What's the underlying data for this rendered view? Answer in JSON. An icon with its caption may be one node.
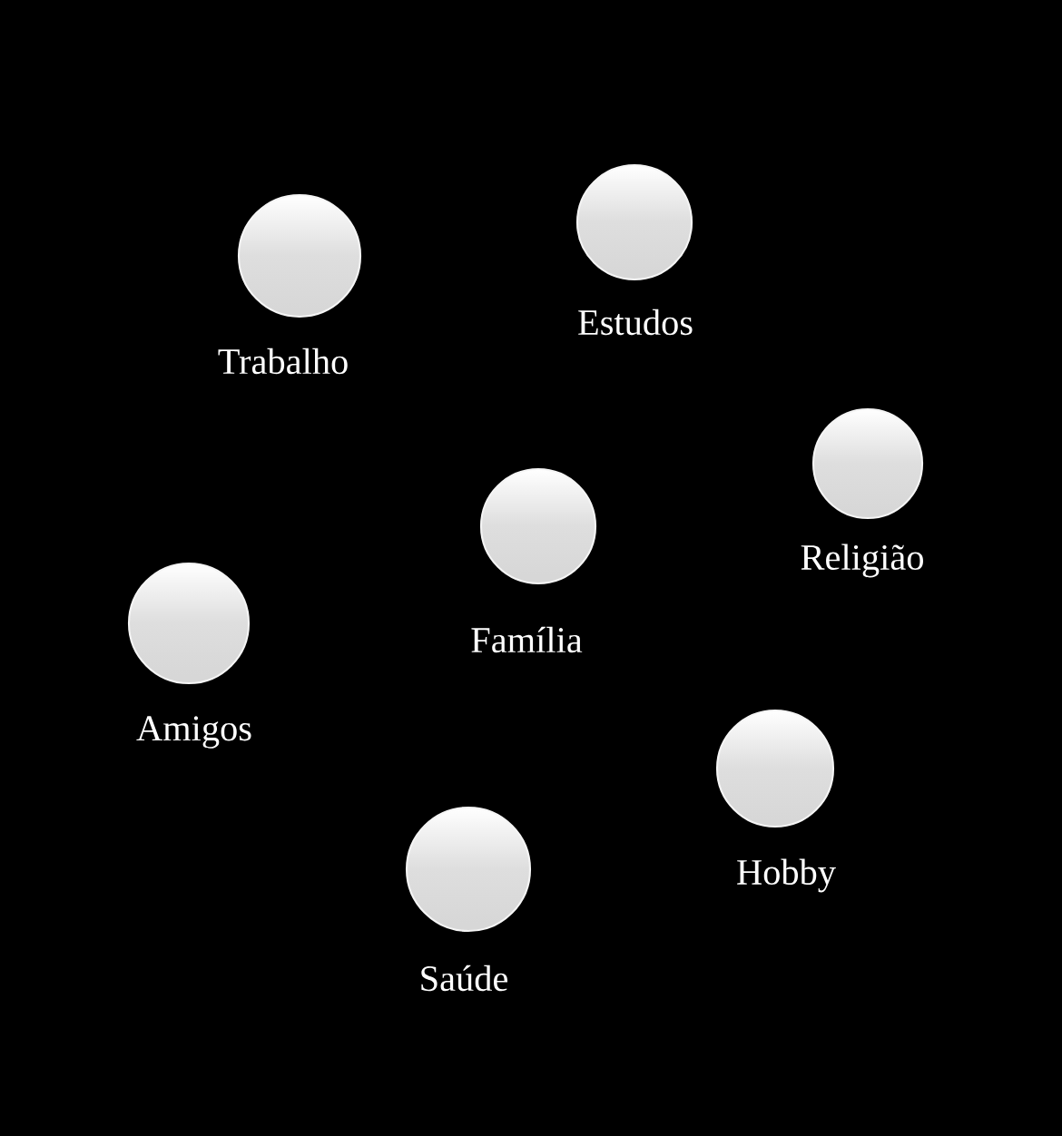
{
  "diagram": {
    "nodes": [
      {
        "text": [
          "Trabalho"
        ]
      },
      {
        "text": [
          "Estudos"
        ]
      },
      {
        "text": [
          "Religião"
        ]
      },
      {
        "text": [
          "Família"
        ]
      },
      {
        "text": [
          "Amigos"
        ]
      },
      {
        "text": [
          "Hobby"
        ]
      },
      {
        "text": [
          "Saúde"
        ]
      }
    ]
  }
}
